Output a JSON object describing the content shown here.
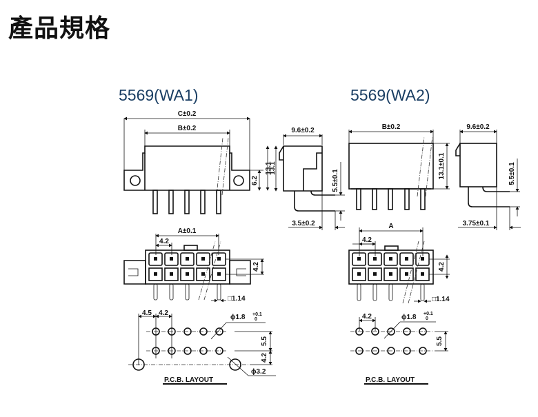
{
  "page": {
    "title": "產品規格"
  },
  "wa1": {
    "model": "5569(WA1)",
    "front": {
      "dim_c": "C±0.2",
      "dim_b": "B±0.2",
      "dim_flange_h": "6.2",
      "dim_h": "13.1"
    },
    "side": {
      "dim_w": "9.6±0.2",
      "dim_h": "13.1",
      "dim_pin_gap": "5.5±0.1",
      "dim_offset": "3.5±0.2"
    },
    "bottom": {
      "dim_a": "A±0.1",
      "dim_pitch": "4.2",
      "dim_row": "4.2",
      "dim_pin": "□1.14"
    },
    "pcb": {
      "dim_edge": "4.5",
      "dim_pitch": "4.2",
      "dim_hole": "ϕ1.8",
      "hole_tol_plus": "+0.1",
      "hole_tol_minus": "0",
      "dim_row": "5.5",
      "dim_row2": "4.2",
      "dim_peg": "ϕ3.2",
      "label": "P.C.B. LAYOUT"
    }
  },
  "wa2": {
    "model": "5569(WA2)",
    "front": {
      "dim_b": "B±0.2",
      "dim_h": "13.1±0.1"
    },
    "side": {
      "dim_w": "9.6±0.2",
      "dim_pin_gap": "5.5±0.1",
      "dim_offset": "3.75±0.1"
    },
    "bottom": {
      "dim_a": "A",
      "dim_pitch": "4.2",
      "dim_row": "4.2",
      "dim_pin": "□1.14"
    },
    "pcb": {
      "dim_pitch": "4.2",
      "dim_hole": "ϕ1.8",
      "hole_tol_plus": "+0.1",
      "hole_tol_minus": "0",
      "dim_row": "5.5",
      "label": "P.C.B. LAYOUT"
    }
  }
}
